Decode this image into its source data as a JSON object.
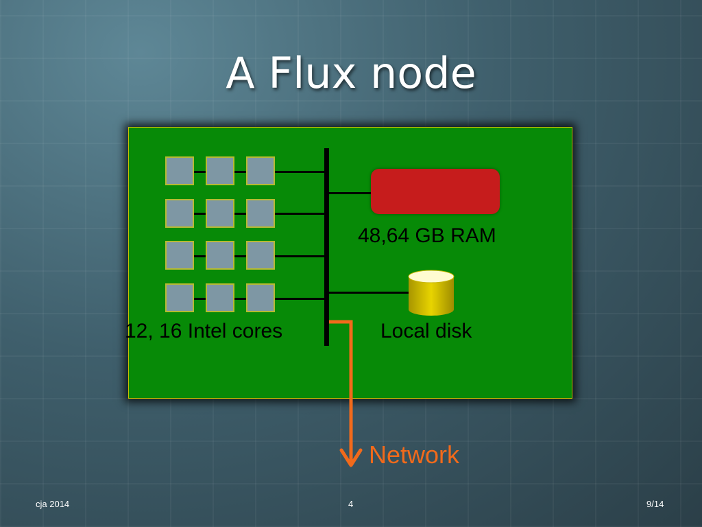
{
  "slide": {
    "title": "A Flux node",
    "footer_left": "cja 2014",
    "footer_center": "4",
    "footer_right": "9/14"
  },
  "diagram": {
    "cores_label": "12, 16 Intel cores",
    "ram_label": "48,64 GB RAM",
    "disk_label": "Local disk",
    "network_label": "Network",
    "colors": {
      "board": "#078a07",
      "core": "#7e97a4",
      "ram": "#c61c1c",
      "disk": "#d8c400",
      "network": "#f26a1b"
    }
  }
}
